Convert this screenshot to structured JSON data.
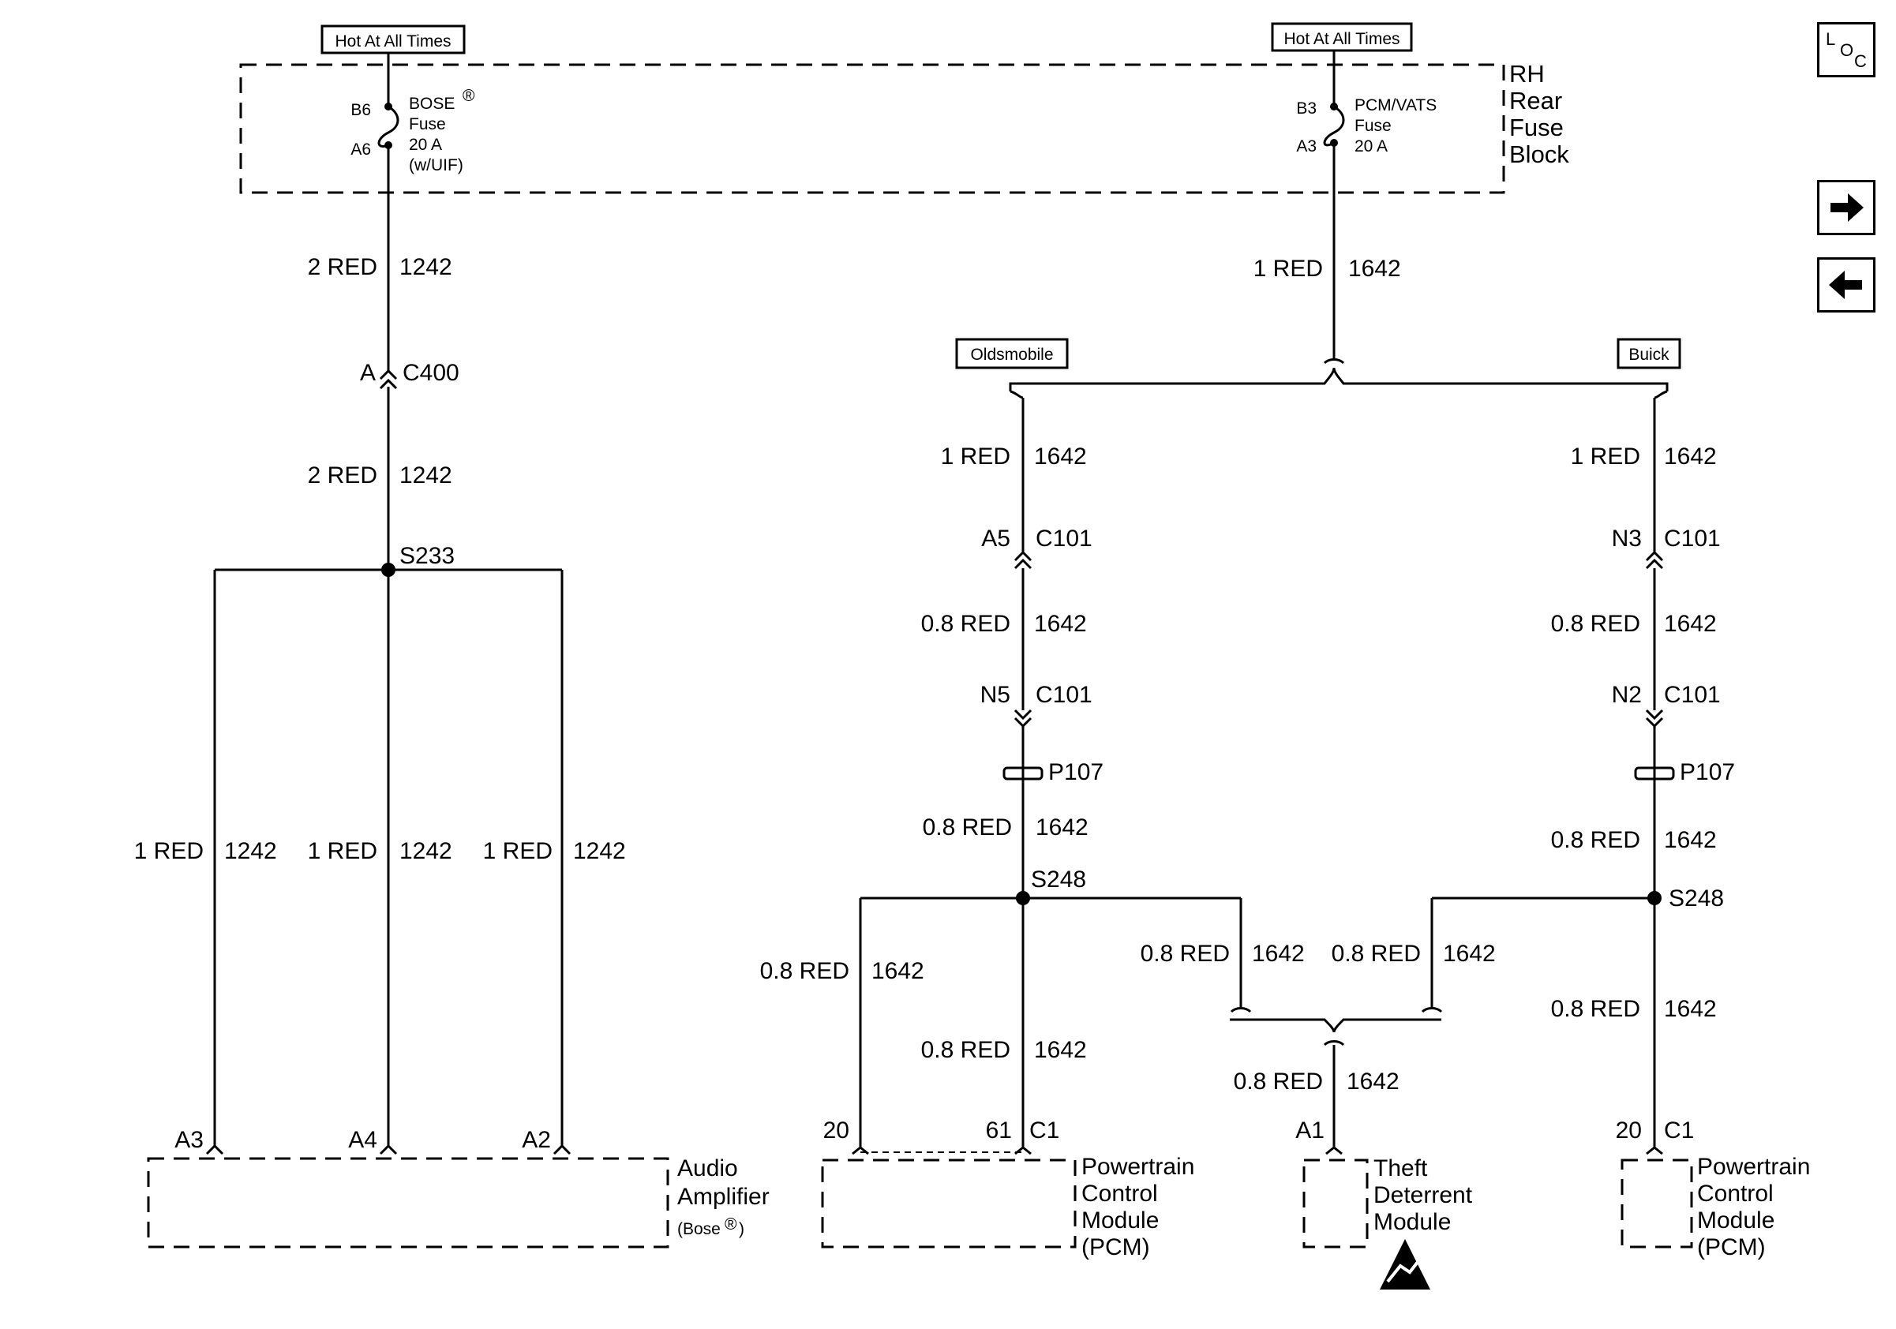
{
  "fuse_block": {
    "hot_label_1": "Hot At All Times",
    "hot_label_2": "Hot At All Times",
    "name_line1": "RH",
    "name_line2": "Rear",
    "name_line3": "Fuse",
    "name_line4": "Block",
    "fuse1": {
      "pin_top": "B6",
      "pin_bottom": "A6",
      "name": "BOSE",
      "reg": "®",
      "line2": "Fuse",
      "line3": "20 A",
      "line4": "(w/UIF)"
    },
    "fuse2": {
      "pin_top": "B3",
      "pin_bottom": "A3",
      "name": "PCM/VATS",
      "line2": "Fuse",
      "line3": "20 A"
    }
  },
  "left_circuit": {
    "wire1_gauge": "2 RED",
    "wire1_num": "1242",
    "conn_pin": "A",
    "conn_name": "C400",
    "wire2_gauge": "2 RED",
    "wire2_num": "1242",
    "splice": "S233",
    "branch_gauge_1": "1 RED",
    "branch_num_1": "1242",
    "branch_gauge_2": "1 RED",
    "branch_num_2": "1242",
    "branch_gauge_3": "1 RED",
    "branch_num_3": "1242",
    "pin_a3": "A3",
    "pin_a4": "A4",
    "pin_a2": "A2",
    "amp_line1": "Audio",
    "amp_line2": "Amplifier",
    "amp_line3": "(Bose",
    "amp_reg": "®",
    "amp_close": ")"
  },
  "right_circuit": {
    "main_gauge": "1 RED",
    "main_num": "1642",
    "option_olds": "Oldsmobile",
    "option_buick": "Buick",
    "olds": {
      "w1_gauge": "1 RED",
      "w1_num": "1642",
      "c1_pin": "A5",
      "c1_name": "C101",
      "w2_gauge": "0.8 RED",
      "w2_num": "1642",
      "c2_pin": "N5",
      "c2_name": "C101",
      "passthru": "P107",
      "w3_gauge": "0.8 RED",
      "w3_num": "1642",
      "splice": "S248",
      "bl_gauge": "0.8 RED",
      "bl_num": "1642",
      "bm_gauge": "0.8 RED",
      "bm_num": "1642",
      "br_gauge": "0.8 RED",
      "br_num": "1642",
      "pin_20": "20",
      "pin_61": "61",
      "conn": "C1",
      "pcm_line1": "Powertrain",
      "pcm_line2": "Control",
      "pcm_line3": "Module",
      "pcm_line4": "(PCM)"
    },
    "buick": {
      "w1_gauge": "1 RED",
      "w1_num": "1642",
      "c1_pin": "N3",
      "c1_name": "C101",
      "w2_gauge": "0.8 RED",
      "w2_num": "1642",
      "c2_pin": "N2",
      "c2_name": "C101",
      "passthru": "P107",
      "w3_gauge": "0.8 RED",
      "w3_num": "1642",
      "splice": "S248",
      "bl_gauge": "0.8 RED",
      "bl_num": "1642",
      "bd_gauge": "0.8 RED",
      "bd_num": "1642",
      "pin_20": "20",
      "conn": "C1",
      "pcm_line1": "Powertrain",
      "pcm_line2": "Control",
      "pcm_line3": "Module",
      "pcm_line4": "(PCM)"
    },
    "tdm": {
      "gauge": "0.8 RED",
      "num": "1642",
      "pin": "A1",
      "line1": "Theft",
      "line2": "Deterrent",
      "line3": "Module"
    }
  },
  "nav": {
    "loc_l": "L",
    "loc_o": "O",
    "loc_c": "C",
    "forward_icon": "arrow-right-icon",
    "back_icon": "arrow-left-icon"
  }
}
